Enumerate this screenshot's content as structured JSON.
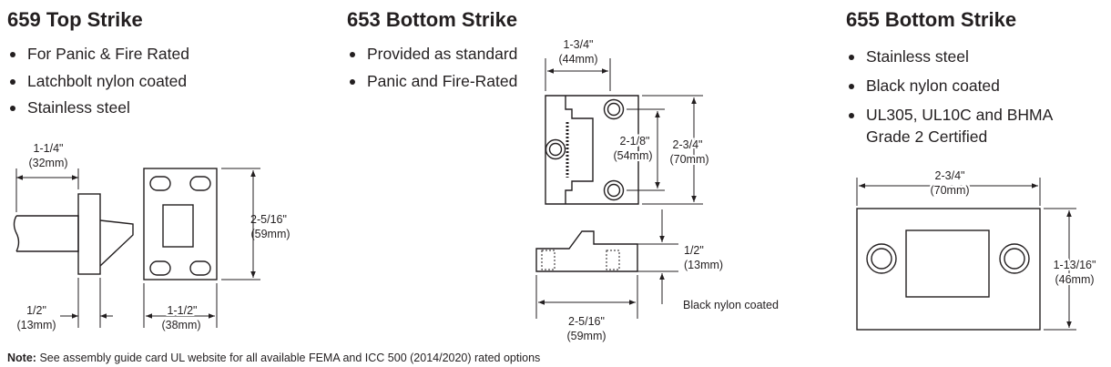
{
  "strike_659": {
    "title": "659 Top Strike",
    "bullets": [
      "For Panic & Fire Rated",
      "Latchbolt nylon coated",
      "Stainless steel"
    ],
    "dims": {
      "proj_in": "1-1/4\"",
      "proj_mm": "(32mm)",
      "height_in": "2-5/16\"",
      "height_mm": "(59mm)",
      "lip_in": "1/2\"",
      "lip_mm": "(13mm)",
      "width_in": "1-1/2\"",
      "width_mm": "(38mm)"
    }
  },
  "strike_653": {
    "title": "653 Bottom Strike",
    "bullets": [
      "Provided as standard",
      "Panic and Fire-Rated"
    ],
    "dims": {
      "top_width_in": "1-3/4\"",
      "top_width_mm": "(44mm)",
      "inner_in": "2-1/8\"",
      "inner_mm": "(54mm)",
      "outer_in": "2-3/4\"",
      "outer_mm": "(70mm)",
      "thick_in": "1/2\"",
      "thick_mm": "(13mm)",
      "length_in": "2-5/16\"",
      "length_mm": "(59mm)"
    },
    "callout": "Black nylon coated"
  },
  "strike_655": {
    "title": "655 Bottom Strike",
    "bullets": [
      "Stainless steel",
      "Black nylon coated",
      "UL305, UL10C and BHMA Grade 2 Certified"
    ],
    "dims": {
      "width_in": "2-3/4\"",
      "width_mm": "(70mm)",
      "height_in": "1-13/16\"",
      "height_mm": "(46mm)"
    }
  },
  "note": {
    "label": "Note:",
    "text": "See assembly guide card UL website for all available FEMA and ICC 500 (2014/2020) rated options"
  }
}
